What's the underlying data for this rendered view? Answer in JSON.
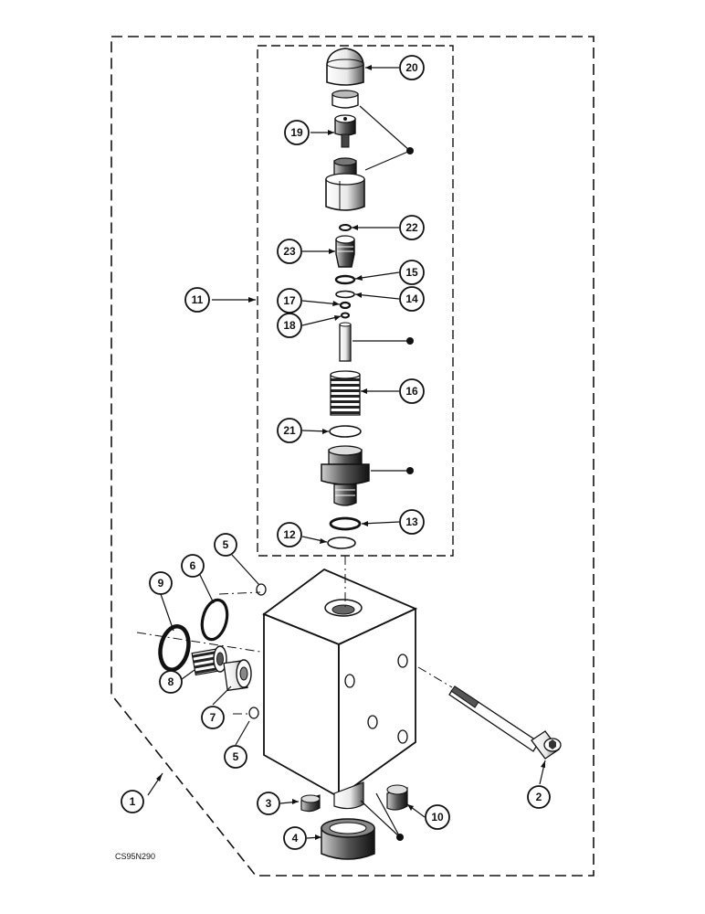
{
  "diagram_code": "CS95N290",
  "callouts": [
    {
      "id": "c1",
      "label": "1"
    },
    {
      "id": "c2",
      "label": "2"
    },
    {
      "id": "c3",
      "label": "3"
    },
    {
      "id": "c4",
      "label": "4"
    },
    {
      "id": "c5a",
      "label": "5"
    },
    {
      "id": "c5b",
      "label": "5"
    },
    {
      "id": "c6",
      "label": "6"
    },
    {
      "id": "c7",
      "label": "7"
    },
    {
      "id": "c8",
      "label": "8"
    },
    {
      "id": "c9",
      "label": "9"
    },
    {
      "id": "c10",
      "label": "10"
    },
    {
      "id": "c11",
      "label": "11"
    },
    {
      "id": "c12",
      "label": "12"
    },
    {
      "id": "c13",
      "label": "13"
    },
    {
      "id": "c14",
      "label": "14"
    },
    {
      "id": "c15",
      "label": "15"
    },
    {
      "id": "c16",
      "label": "16"
    },
    {
      "id": "c17",
      "label": "17"
    },
    {
      "id": "c18",
      "label": "18"
    },
    {
      "id": "c19",
      "label": "19"
    },
    {
      "id": "c20",
      "label": "20"
    },
    {
      "id": "c21",
      "label": "21"
    },
    {
      "id": "c22",
      "label": "22"
    },
    {
      "id": "c23",
      "label": "23"
    }
  ],
  "colors": {
    "ink": "#111111",
    "paper": "#ffffff",
    "shade": "#9a9a9a",
    "dark": "#333333"
  }
}
